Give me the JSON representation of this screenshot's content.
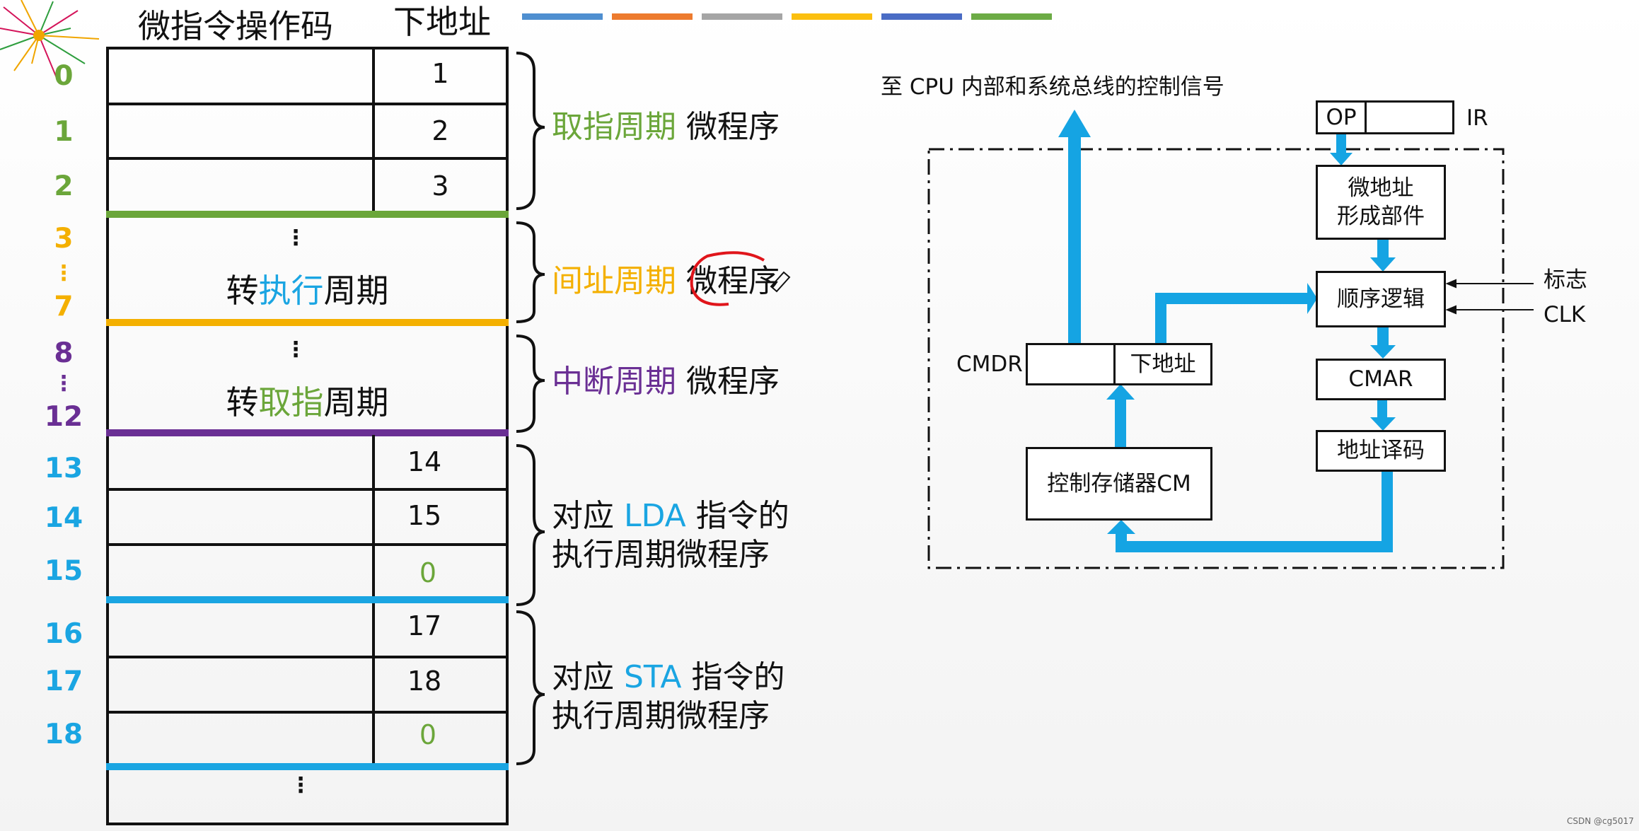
{
  "colors": {
    "green": "#6ba63a",
    "orange": "#f4b000",
    "purple": "#6a2f94",
    "blue": "#1aa5e2",
    "arrow": "#15a4e3",
    "legend": [
      "#4f8fd0",
      "#ed7b2e",
      "#a5a5a5",
      "#fbbf0f",
      "#4a6cc5",
      "#6cab45"
    ]
  },
  "table": {
    "header_opcode": "微指令操作码",
    "header_next": "下地址",
    "addresses": {
      "a0": "0",
      "a1": "1",
      "a2": "2",
      "a3": "3",
      "a7": "7",
      "a8": "8",
      "a12": "12",
      "a13": "13",
      "a14": "14",
      "a15": "15",
      "a16": "16",
      "a17": "17",
      "a18": "18"
    },
    "vdots": "⋮",
    "next": {
      "r0": "1",
      "r1": "2",
      "r2": "3",
      "r13": "14",
      "r14": "15",
      "r15": "0",
      "r16": "17",
      "r17": "18",
      "r18": "0"
    },
    "block_indirect": {
      "pre": "转",
      "hl": "执行",
      "post": "周期"
    },
    "block_interrupt": {
      "pre": "转",
      "hl": "取指",
      "post": "周期"
    }
  },
  "annotations": {
    "fetch": {
      "colored": "取指周期",
      "rest": " 微程序"
    },
    "indirect": {
      "colored": "间址周期",
      "rest": "微程序"
    },
    "interrupt": {
      "colored": "中断周期",
      "rest": " 微程序"
    },
    "lda": {
      "pre": "对应 ",
      "colored": "LDA",
      "post": " 指令的",
      "line2": "执行周期微程序"
    },
    "sta": {
      "pre": "对应 ",
      "colored": "STA",
      "post": " 指令的",
      "line2": "执行周期微程序"
    }
  },
  "diagram": {
    "top_label": "至 CPU 内部和系统总线的控制信号",
    "op": "OP",
    "ir": "IR",
    "addr_form_l1": "微地址",
    "addr_form_l2": "形成部件",
    "seq_logic": "顺序逻辑",
    "flag": "标志",
    "clk": "CLK",
    "cmdr": "CMDR",
    "cmdr_next": "下地址",
    "cmar": "CMAR",
    "decoder": "地址译码",
    "cm": "控制存储器CM"
  },
  "watermark": "CSDN @cg5017"
}
